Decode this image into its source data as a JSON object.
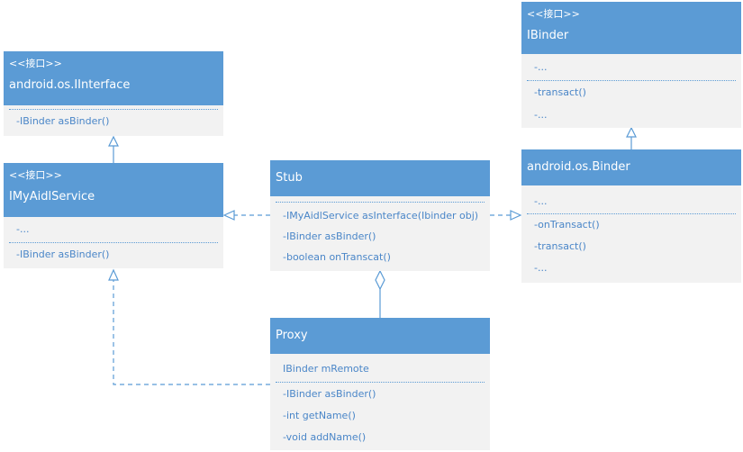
{
  "stereotype": "<<接口>>",
  "nodes": {
    "iinterface": {
      "name": "android.os.IInterface",
      "methods": [
        "-IBinder asBinder()"
      ]
    },
    "imyaidl": {
      "name": "IMyAidlService",
      "fields": [
        "-..."
      ],
      "methods": [
        "-IBinder asBinder()"
      ]
    },
    "ibinder": {
      "name": "IBinder",
      "fields": [
        "-..."
      ],
      "methods": [
        "-transact()",
        "-..."
      ]
    },
    "stub": {
      "name": "Stub",
      "methods": [
        "-IMyAidlService asInterface(Ibinder obj)",
        "-IBinder asBinder()",
        "-boolean onTranscat()"
      ]
    },
    "binder": {
      "name": "android.os.Binder",
      "fields": [
        "-..."
      ],
      "methods": [
        "-onTransact()",
        "-transact()",
        "-..."
      ]
    },
    "proxy": {
      "name": "Proxy",
      "fields": [
        "IBinder mRemote"
      ],
      "methods": [
        "-IBinder asBinder()",
        "-int getName()",
        "-void addName()"
      ]
    }
  },
  "colors": {
    "header": "#5b9bd5",
    "body": "#f2f2f2",
    "text": "#4a86c8",
    "line": "#5b9bd5"
  }
}
